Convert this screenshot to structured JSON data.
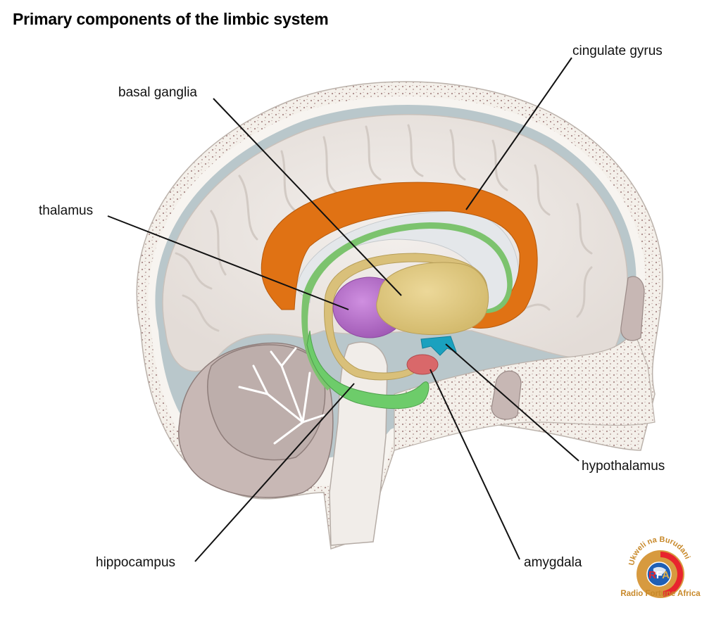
{
  "title": "Primary components of the limbic system",
  "labels": {
    "cingulate_gyrus": "cingulate gyrus",
    "basal_ganglia": "basal ganglia",
    "thalamus": "thalamus",
    "hypothalamus": "hypothalamus",
    "hippocampus": "hippocampus",
    "amygdala": "amygdala"
  },
  "structure_colors": {
    "cingulate_gyrus": "#e07214",
    "fornix": "#7cc36e",
    "basal_ganglia": "#e2cc84",
    "thalamus": "#bb72cc",
    "hypothalamus": "#1aa1bf",
    "amygdala": "#d9686a",
    "hippocampus": "#6dcc6a",
    "cerebrum": "#ece7e3",
    "cerebellum": "#cbbcb9",
    "skull": "#f4f0ea",
    "meninges": "#b9c7cb"
  },
  "logo": {
    "motto": "Ukweli na Burudani",
    "initials": "RFA",
    "brand": "Radio Fortune Africa",
    "colors": {
      "gold": "#d79a3f",
      "red": "#e8242e",
      "blue": "#1f5fb5"
    }
  }
}
